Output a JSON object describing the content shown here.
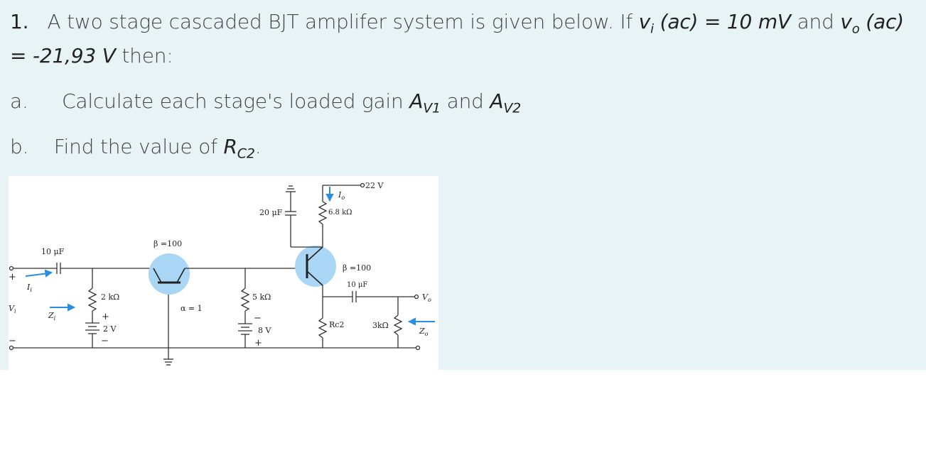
{
  "question": {
    "number": "1.",
    "intro": "A two stage cascaded BJT amplifer system is given below. If",
    "vi_label": "v",
    "vi_sub": "i",
    "vi_rest": " (ac) = 10 mV",
    "and_word": "and",
    "vo_label": "v",
    "vo_sub": "o",
    "vo_rest": " (ac)",
    "vo_value": "= -21,93 V",
    "then_word": " then:",
    "part_a_letter": "a.",
    "part_a_text": "Calculate each stage's loaded gain",
    "av1_main": "A",
    "av1_sub": "V1",
    "part_a_and": "and",
    "av2_main": "A",
    "av2_sub": "V2",
    "part_b_letter": "b.",
    "part_b_text": "Find the value of",
    "rc2_main": "R",
    "rc2_sub": "C2",
    "part_b_end": "."
  },
  "circuit": {
    "vcc": "22 V",
    "rc_top": "6.8 kΩ",
    "io_label": "I",
    "io_sub": "o",
    "cap_20": "20 μF",
    "cap_in": "10 μF",
    "cap_out": "10 μF",
    "beta1": "β =100",
    "beta2": "β =100",
    "alpha": "α = 1",
    "re1": "2 kΩ",
    "vee": "2 V",
    "rc1": "5 kΩ",
    "vcc1": "8 V",
    "rc2": "Rc2",
    "rl": "3kΩ",
    "ii_label": "I",
    "ii_sub": "i",
    "zi_label": "Z",
    "zi_sub": "i",
    "vi_label": "V",
    "vi_sub": "i",
    "vo_label": "V",
    "vo_sub": "o",
    "zo_label": "Z",
    "zo_sub": "o",
    "plus": "+",
    "minus": "−"
  }
}
